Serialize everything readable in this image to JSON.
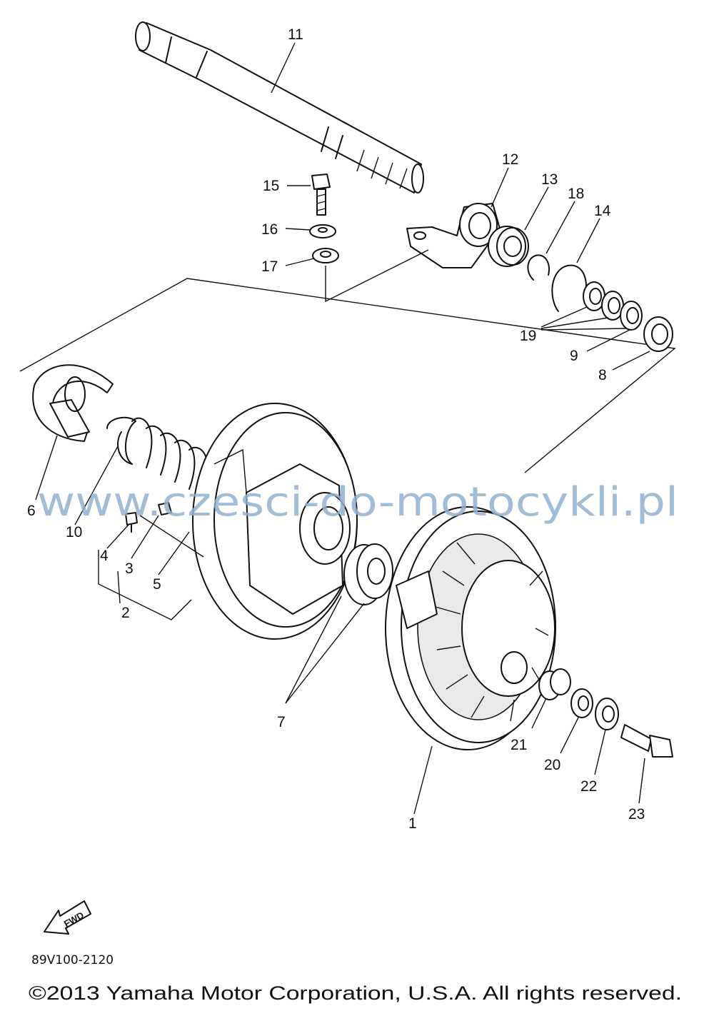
{
  "diagram": {
    "part_code": "89V100-2120",
    "copyright": "©2013 Yamaha Motor Corporation, U.S.A. All rights reserved.",
    "watermark": "www.czesci-do-motocykli.pl",
    "fwd_label": "FWD",
    "callouts": {
      "c1": "1",
      "c2": "2",
      "c3": "3",
      "c4": "4",
      "c5": "5",
      "c6": "6",
      "c7": "7",
      "c8": "8",
      "c9": "9",
      "c10": "10",
      "c11": "11",
      "c12": "12",
      "c13": "13",
      "c14": "14",
      "c15": "15",
      "c16": "16",
      "c17": "17",
      "c18": "18",
      "c19": "19",
      "c20": "20",
      "c21": "21",
      "c22": "22",
      "c23": "23"
    }
  }
}
